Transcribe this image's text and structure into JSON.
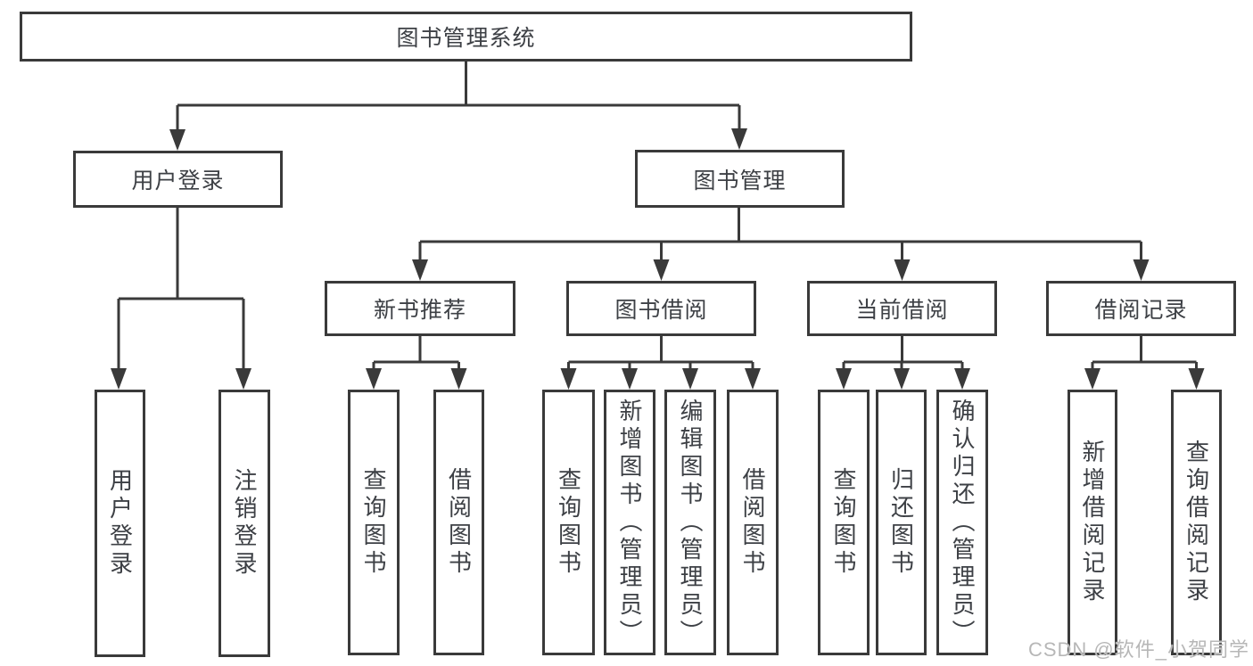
{
  "diagram": {
    "title": "图书管理系统",
    "watermark": "CSDN @软件_小贺同学",
    "colors": {
      "line": "#3a3a3a",
      "text": "#3d4045",
      "background": "#ffffff",
      "watermark": "#b7b7b7"
    },
    "nodes": {
      "root": {
        "label": "图书管理系统"
      },
      "user_login": {
        "label": "用户登录"
      },
      "book_mgmt": {
        "label": "图书管理"
      },
      "new_book_rec": {
        "label": "新书推荐"
      },
      "book_borrow": {
        "label": "图书借阅"
      },
      "current_borrow": {
        "label": "当前借阅"
      },
      "borrow_records": {
        "label": "借阅记录"
      },
      "leaf_login": {
        "label": "用户登录"
      },
      "leaf_logout": {
        "label": "注销登录"
      },
      "leaf_rec_query": {
        "label": "查询图书"
      },
      "leaf_rec_borrow": {
        "label": "借阅图书"
      },
      "leaf_bb_query": {
        "label": "查询图书"
      },
      "leaf_bb_add": {
        "label": "新增图书（管理员）"
      },
      "leaf_bb_edit": {
        "label": "编辑图书（管理员）"
      },
      "leaf_bb_borrow": {
        "label": "借阅图书"
      },
      "leaf_cb_query": {
        "label": "查询图书"
      },
      "leaf_cb_return": {
        "label": "归还图书"
      },
      "leaf_cb_confirm": {
        "label": "确认归还（管理员）"
      },
      "leaf_br_add": {
        "label": "新增借阅记录"
      },
      "leaf_br_query": {
        "label": "查询借阅记录"
      }
    },
    "hierarchy": [
      {
        "parent": "图书管理系统",
        "children": [
          "用户登录",
          "图书管理"
        ]
      },
      {
        "parent": "用户登录",
        "children": [
          "用户登录",
          "注销登录"
        ]
      },
      {
        "parent": "图书管理",
        "children": [
          "新书推荐",
          "图书借阅",
          "当前借阅",
          "借阅记录"
        ]
      },
      {
        "parent": "新书推荐",
        "children": [
          "查询图书",
          "借阅图书"
        ]
      },
      {
        "parent": "图书借阅",
        "children": [
          "查询图书",
          "新增图书（管理员）",
          "编辑图书（管理员）",
          "借阅图书"
        ]
      },
      {
        "parent": "当前借阅",
        "children": [
          "查询图书",
          "归还图书",
          "确认归还（管理员）"
        ]
      },
      {
        "parent": "借阅记录",
        "children": [
          "新增借阅记录",
          "查询借阅记录"
        ]
      }
    ]
  }
}
